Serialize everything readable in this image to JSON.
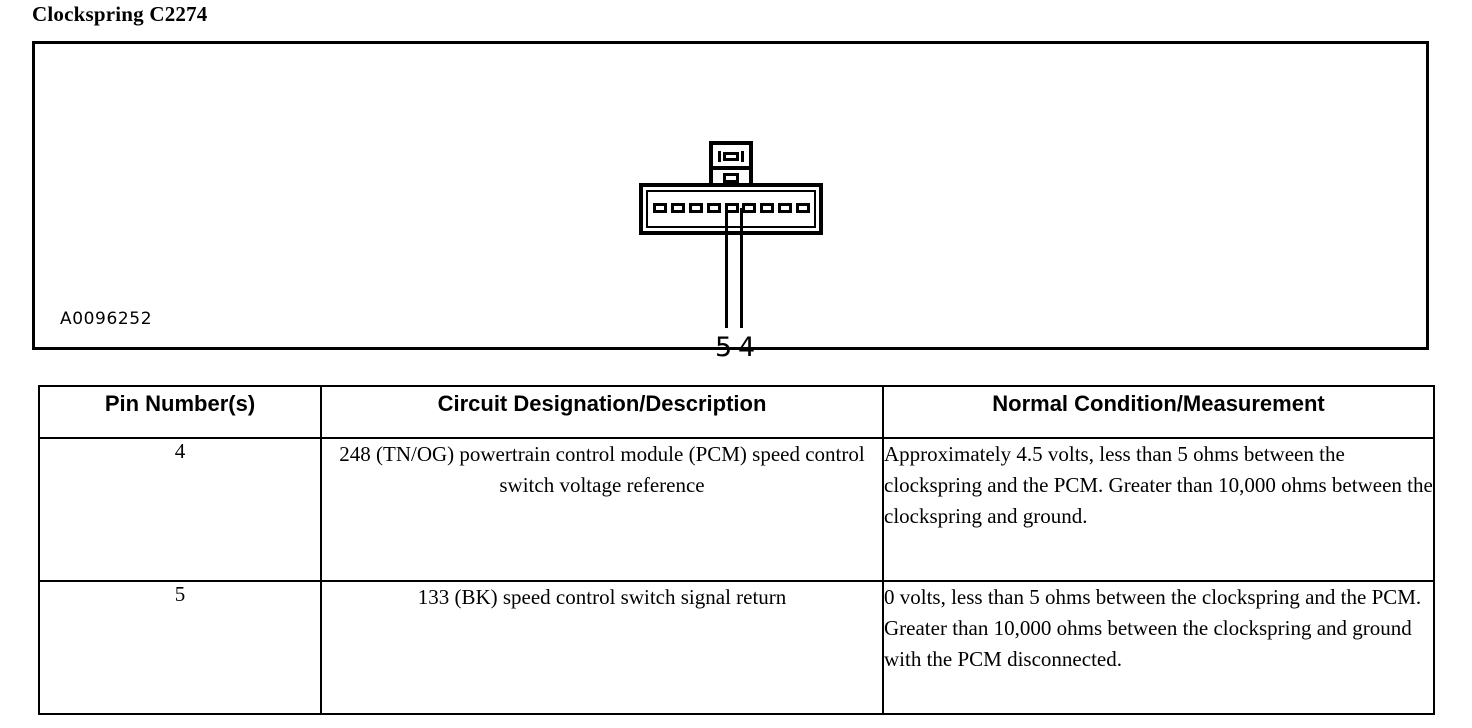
{
  "page_title": "Clockspring C2274",
  "diagram": {
    "code_label": "A0096252",
    "connector": {
      "cavity_count": 9,
      "callouts": [
        {
          "label": "5",
          "cavity_index": 5
        },
        {
          "label": "4",
          "cavity_index": 6
        }
      ]
    }
  },
  "table": {
    "headers": [
      "Pin Number(s)",
      "Circuit Designation/Description",
      "Normal Condition/Measurement"
    ],
    "rows": [
      {
        "pin": "4",
        "description": "248 (TN/OG) powertrain control module (PCM) speed control switch voltage reference",
        "normal": "Approximately 4.5 volts, less than 5 ohms between the clockspring and the PCM. Greater than 10,000 ohms between the clockspring and ground."
      },
      {
        "pin": "5",
        "description": "133 (BK) speed control switch signal return",
        "normal": "0 volts, less than 5 ohms between the clockspring and the PCM. Greater than 10,000 ohms between the clockspring and ground with the PCM disconnected."
      }
    ]
  },
  "colors": {
    "ink": "#000000",
    "paper": "#ffffff"
  }
}
